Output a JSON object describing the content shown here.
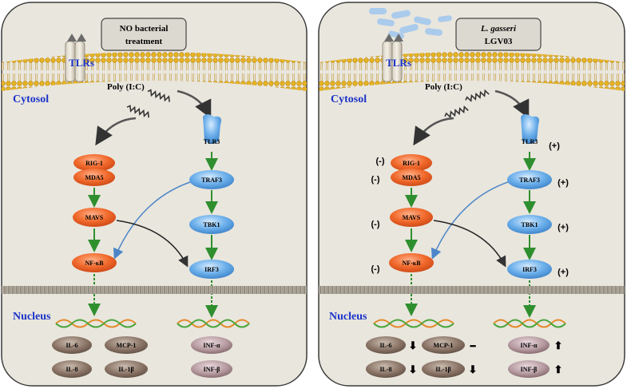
{
  "colors": {
    "panel_fill": "#e9e6dd",
    "panel_stroke": "#3a3a3a",
    "membrane_yellow": "#e7b324",
    "orange_node": "#f0682a",
    "blue_node": "#6aaeea",
    "arrow_green": "#2f8f2f",
    "cytokine_fill": "#8a7466",
    "cytosol_label": "#1b33c9",
    "dna_orange": "#e38a2b",
    "dna_green": "#4aa53c"
  },
  "left_panel": {
    "treatment_line1": "NO  bacterial",
    "treatment_line2": "treatment",
    "tlr_label": "TLRs",
    "cytosol_label": "Cytosol",
    "nucleus_label": "Nucleus",
    "polyic_label": "Poly (I:C)",
    "rig1": "RIG-1",
    "mda5": "MDA5",
    "mavs": "MAVS",
    "nfkb": "NF-κB",
    "tlr3": "TLR3",
    "traf3": "TRAF3",
    "tbk1": "TBK1",
    "irf3": "IRF3",
    "il6": "IL-6",
    "mcp1": "MCP-1",
    "il8": "IL-8",
    "il1b": "IL-1β",
    "infa": "INF-α",
    "infb": "INF-β"
  },
  "right_panel": {
    "treatment_line1": "L. gasseri",
    "treatment_line2": "LGV03",
    "tlr_label": "TLRs",
    "cytosol_label": "Cytosol",
    "nucleus_label": "Nucleus",
    "polyic_label": "Poly (I:C)",
    "rig1": "RIG-1",
    "mda5": "MDA5",
    "mavs": "MAVS",
    "nfkb": "NF-κB",
    "tlr3": "TLR3",
    "traf3": "TRAF3",
    "tbk1": "TBK1",
    "irf3": "IRF3",
    "il6": "IL-6",
    "mcp1": "MCP-1",
    "il8": "IL-8",
    "il1b": "IL-1β",
    "infa": "INF-α",
    "infb": "INF-β",
    "sign_minus": "(-)",
    "sign_plus": "(+)",
    "arrow_down": "⬇",
    "arrow_up": "⬆",
    "no_change": "━"
  }
}
